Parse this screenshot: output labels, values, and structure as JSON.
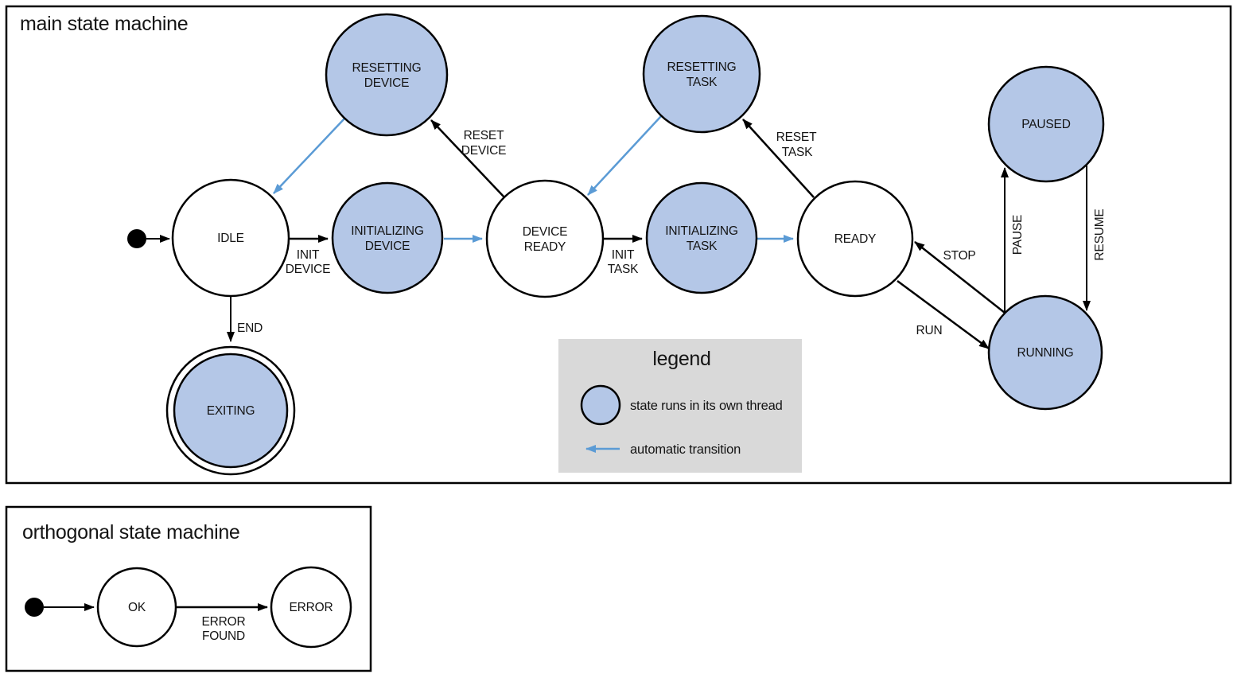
{
  "colors": {
    "thread_state_fill": "#b4c7e7",
    "automatic_transition": "#5b9bd5",
    "legend_background": "#d9d9d9",
    "outline": "#000000"
  },
  "main": {
    "title": "main state machine",
    "states": {
      "idle": {
        "label": "IDLE",
        "threaded": false
      },
      "resetting_device": {
        "lines": [
          "RESETTING",
          "DEVICE"
        ],
        "threaded": true
      },
      "initializing_device": {
        "lines": [
          "INITIALIZING",
          "DEVICE"
        ],
        "threaded": true
      },
      "device_ready": {
        "lines": [
          "DEVICE",
          "READY"
        ],
        "threaded": false
      },
      "resetting_task": {
        "lines": [
          "RESETTING",
          "TASK"
        ],
        "threaded": true
      },
      "initializing_task": {
        "lines": [
          "INITIALIZING",
          "TASK"
        ],
        "threaded": true
      },
      "ready": {
        "label": "READY",
        "threaded": false
      },
      "paused": {
        "label": "PAUSED",
        "threaded": true
      },
      "running": {
        "label": "RUNNING",
        "threaded": true
      },
      "exiting": {
        "label": "EXITING",
        "threaded": true,
        "final": true
      }
    },
    "transitions": {
      "init_device": {
        "lines": [
          "INIT",
          "DEVICE"
        ]
      },
      "reset_device": {
        "lines": [
          "RESET",
          "DEVICE"
        ]
      },
      "init_task": {
        "lines": [
          "INIT",
          "TASK"
        ]
      },
      "reset_task": {
        "lines": [
          "RESET",
          "TASK"
        ]
      },
      "end": {
        "label": "END"
      },
      "run": {
        "label": "RUN"
      },
      "stop": {
        "label": "STOP"
      },
      "pause": {
        "label": "PAUSE"
      },
      "resume": {
        "label": "RESUME"
      }
    }
  },
  "legend": {
    "title": "legend",
    "items": [
      {
        "label": "state runs in its own thread"
      },
      {
        "label": "automatic transition"
      }
    ]
  },
  "orthogonal": {
    "title": "orthogonal state machine",
    "states": {
      "ok": {
        "label": "OK"
      },
      "error": {
        "label": "ERROR"
      }
    },
    "transitions": {
      "error_found": {
        "lines": [
          "ERROR",
          "FOUND"
        ]
      }
    }
  }
}
